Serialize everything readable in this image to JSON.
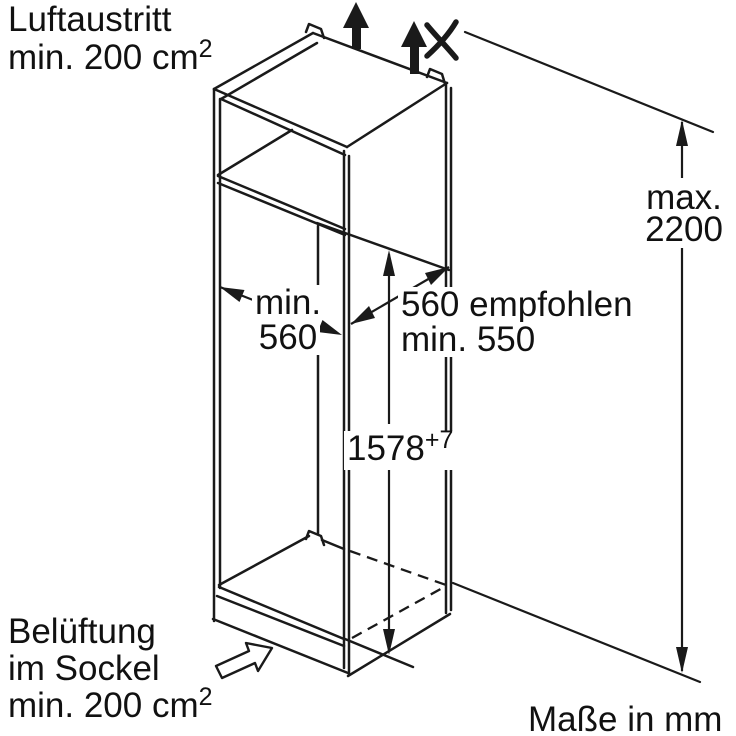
{
  "colors": {
    "background": "#ffffff",
    "line": "#1a1a1a",
    "text": "#111111"
  },
  "labels": {
    "air_outlet": {
      "line1": "Luftaustritt",
      "line2": "min. 200 cm",
      "sup": "2"
    },
    "vent_socket": {
      "line1": "Belüftung",
      "line2": "im Sockel",
      "line3": "min. 200 cm",
      "sup": "2"
    },
    "niche_width": {
      "line1": "min.",
      "line2": "560"
    },
    "niche_depth": {
      "line1": "560 empfohlen",
      "line2": "min. 550"
    },
    "niche_height": {
      "value": "1578",
      "sup": "+7"
    },
    "total_height": {
      "line1": "max.",
      "line2": "2200"
    },
    "units": "Maße in mm"
  }
}
